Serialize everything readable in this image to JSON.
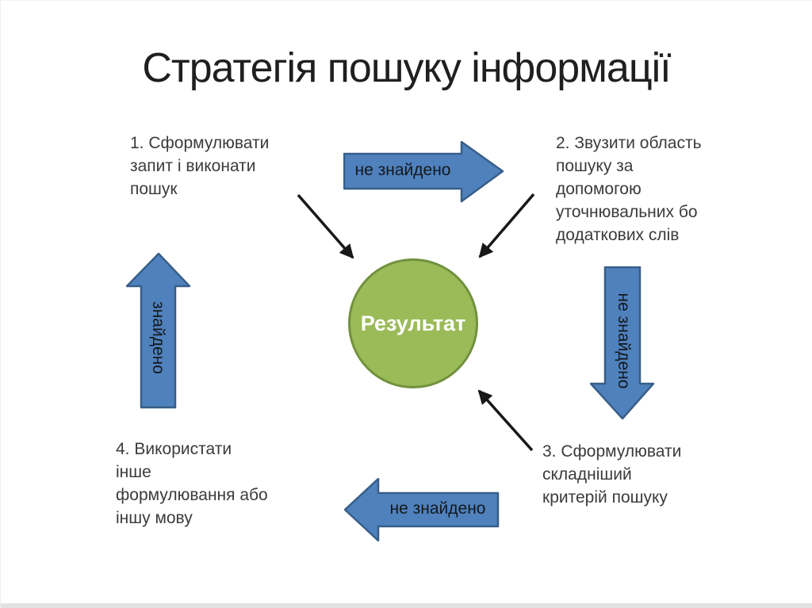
{
  "title": "Стратегія пошуку інформації",
  "steps": [
    {
      "number": 1,
      "text": "1. Сформулювати\nзапит і виконати\nпошук"
    },
    {
      "number": 2,
      "text": "2. Звузити область\nпошуку за\nдопомогою\nуточнювальних бо\nдодаткових слів"
    },
    {
      "number": 3,
      "text": "3. Сформулювати\nскладніший\nкритерій пошуку"
    },
    {
      "number": 4,
      "text": "4. Використати\nінше\nформулювання або\nіншу мову"
    }
  ],
  "center": {
    "label": "Результат"
  },
  "arrows": {
    "top": {
      "label": "не знайдено",
      "direction": "right"
    },
    "right": {
      "label": "не знайдено",
      "direction": "down"
    },
    "bottom": {
      "label": "не знайдено",
      "direction": "left"
    },
    "left": {
      "label": "знайдено",
      "direction": "up"
    }
  },
  "colors": {
    "arrow_fill": "#4F81BD",
    "arrow_border": "#375e87",
    "circle_fill": "#9BBB59",
    "circle_border": "#72913e",
    "text": "#3b3b3b",
    "title": "#1f1f1f",
    "background": "#ffffff"
  }
}
